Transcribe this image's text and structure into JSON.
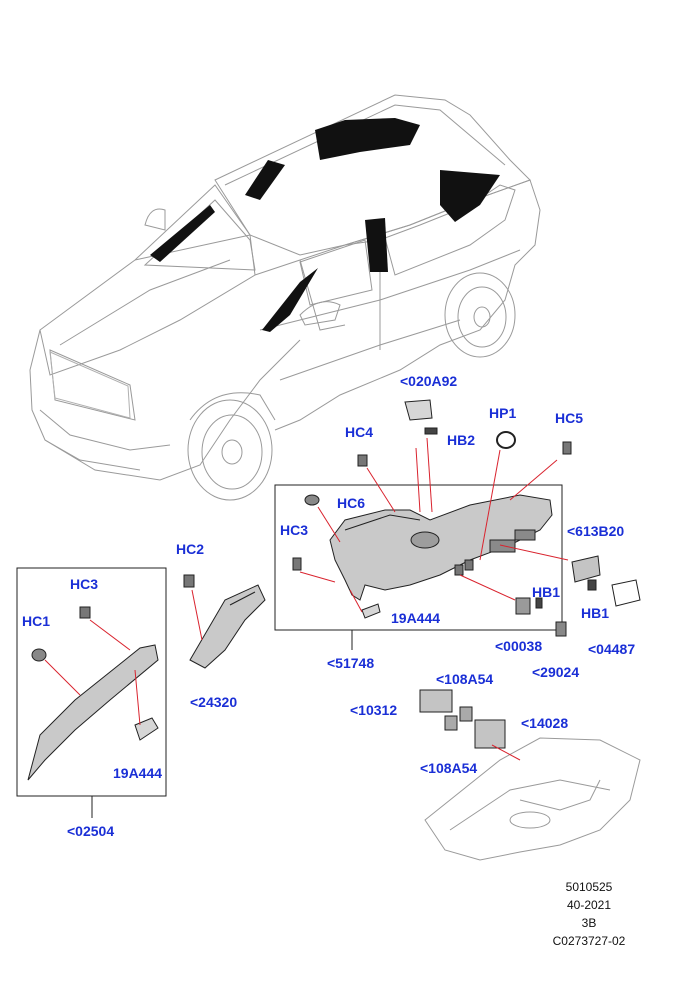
{
  "colors": {
    "label": "#1a2fd6",
    "leader": "#d9232e",
    "outline": "#222222",
    "vehicle_line": "#9a9a9a",
    "part_fill": "#bdbdbd",
    "dark": "#111111"
  },
  "labels": {
    "p020A92": "<020A92",
    "hb2": "HB2",
    "hp1": "HP1",
    "hc5": "HC5",
    "hc4": "HC4",
    "hc6": "HC6",
    "hc3_mid": "HC3",
    "hc2": "HC2",
    "hc3_left": "HC3",
    "hc1": "HC1",
    "p613B20": "<613B20",
    "hb1_a": "HB1",
    "hb1_b": "HB1",
    "p19A444_mid": "19A444",
    "p00038": "<00038",
    "p04487": "<04487",
    "p29024": "<29024",
    "p51748": "<51748",
    "p24320": "<24320",
    "p19A444_left": "19A444",
    "p02504": "<02504",
    "p108A54_top": "<108A54",
    "p10312": "<10312",
    "p14028": "<14028",
    "p108A54_bot": "<108A54"
  },
  "footer": {
    "line1": "5010525",
    "line2": "40-2021",
    "line3": "3B",
    "line4": "C0273727-02"
  }
}
